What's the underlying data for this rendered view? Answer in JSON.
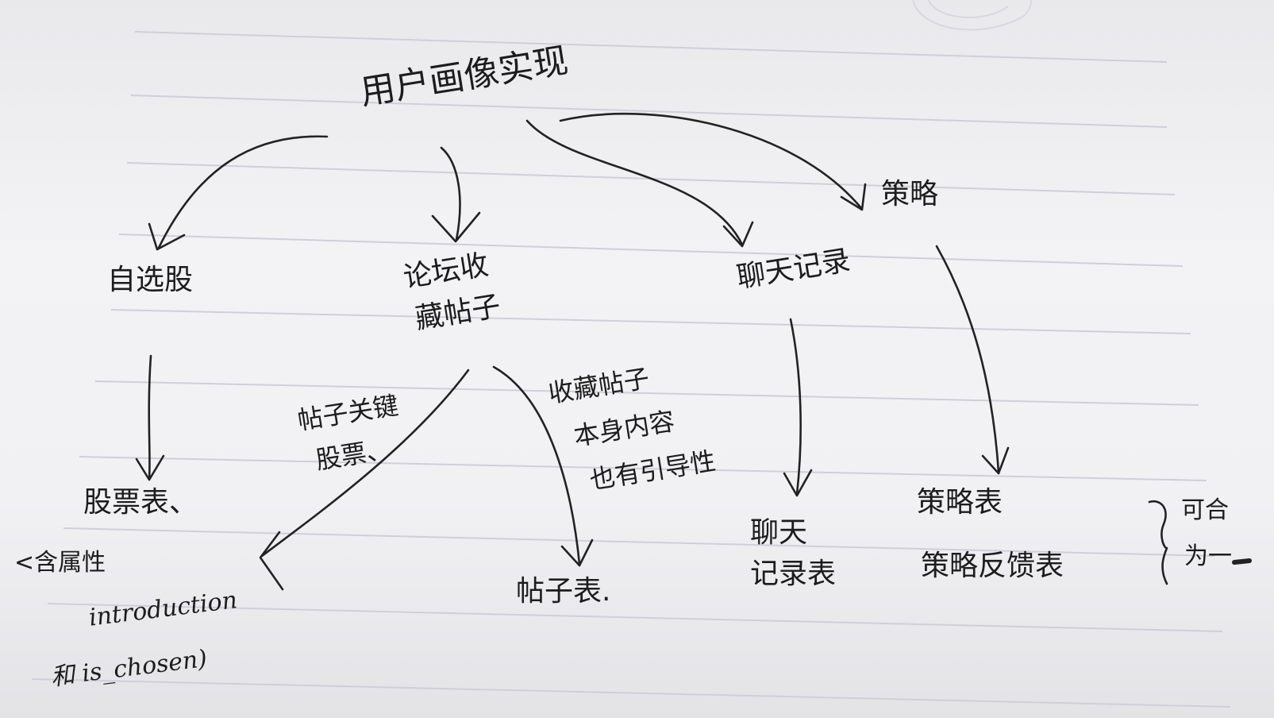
{
  "diagram": {
    "root": "用户画像实现",
    "nodes": {
      "zixuangu": "自选股",
      "luntan_line1": "论坛收",
      "luntan_line2": "藏帖子",
      "liaotian": "聊天记录",
      "celue": "策略"
    },
    "tables": {
      "gupiao": "股票表、",
      "gupiao_note_line1": "<含属性",
      "gupiao_note_line2": "introduction",
      "gupiao_note_line3": "和 is_chosen)",
      "tiezi": "帖子表.",
      "liaotian_line1": "聊天",
      "liaotian_line2": "记录表",
      "celue_line1": "策略表",
      "celue_line2": "策略反馈表"
    },
    "annotations": {
      "tiezi_guanjian_line1": "帖子关键",
      "tiezi_guanjian_line2": "股票、",
      "shoucang_line1": "收藏帖子",
      "shoucang_line2": "本身内容",
      "shoucang_line3": "也有引导性",
      "heban_line1": "可合",
      "heban_line2": "为一"
    }
  }
}
